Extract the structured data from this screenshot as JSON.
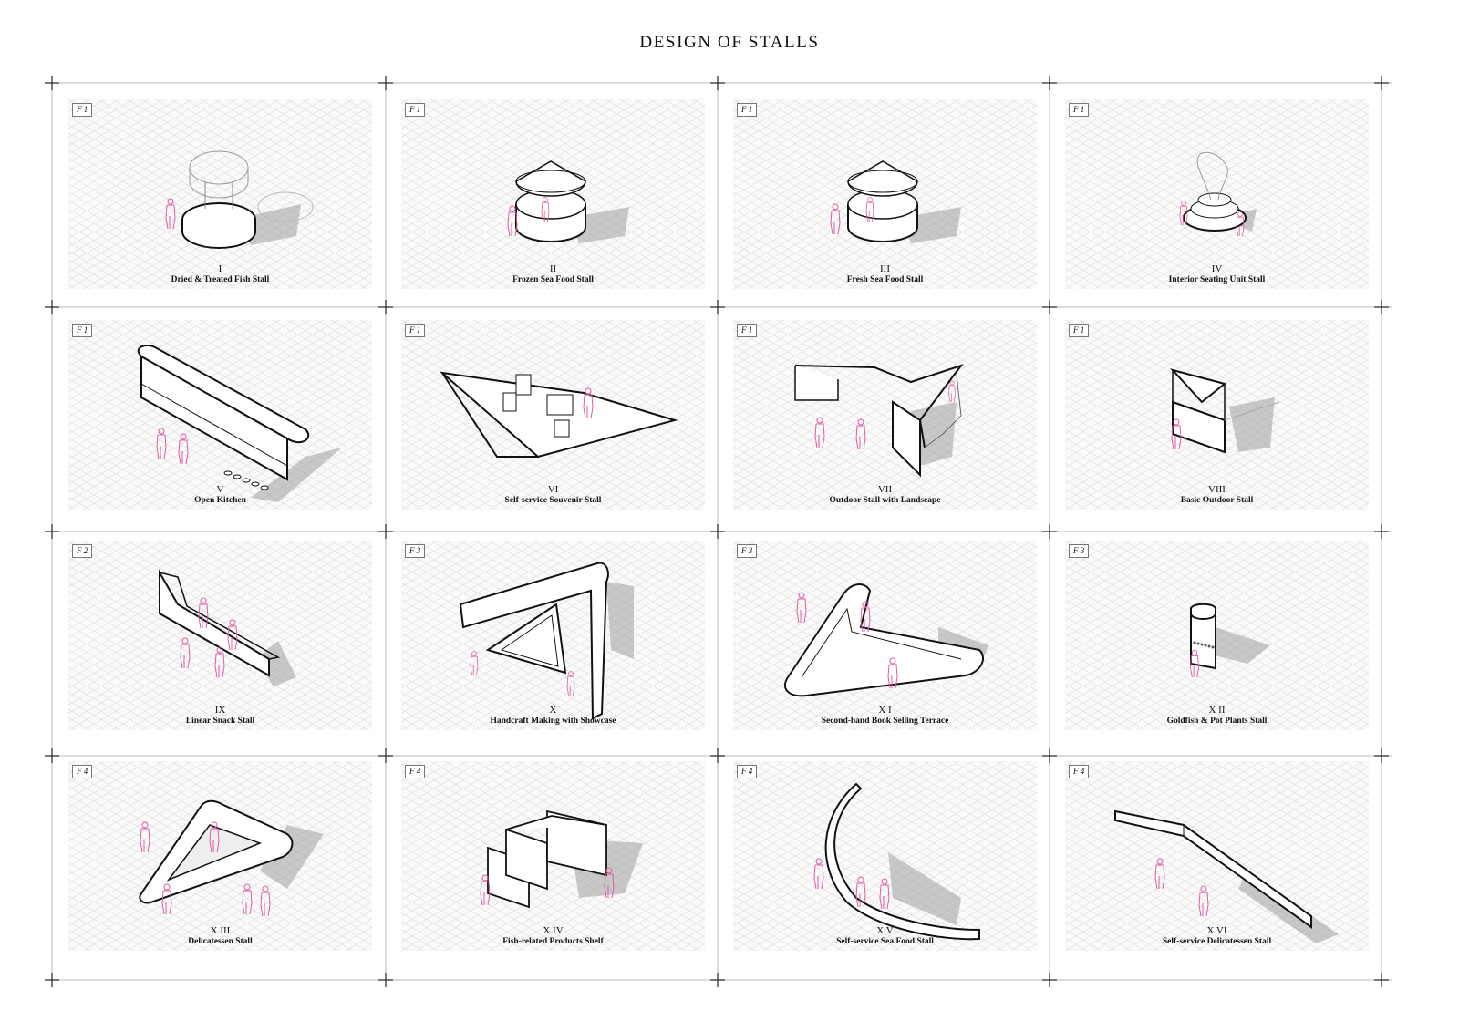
{
  "title": "DESIGN OF STALLS",
  "colors": {
    "figure": "#e05ca6",
    "line": "#111111",
    "hatch": "#cfcfcf"
  },
  "stalls": [
    {
      "floor": "F 1",
      "numeral": "I",
      "name": "Dried & Treated Fish Stall"
    },
    {
      "floor": "F 1",
      "numeral": "II",
      "name": "Frozen Sea Food Stall"
    },
    {
      "floor": "F 1",
      "numeral": "III",
      "name": "Fresh Sea Food Stall"
    },
    {
      "floor": "F 1",
      "numeral": "IV",
      "name": "Interior Seating Unit Stall"
    },
    {
      "floor": "F 1",
      "numeral": "V",
      "name": "Open Kitchen"
    },
    {
      "floor": "F 1",
      "numeral": "VI",
      "name": "Self-service Souvenir Stall"
    },
    {
      "floor": "F 1",
      "numeral": "VII",
      "name": "Outdoor Stall with Landscape"
    },
    {
      "floor": "F 1",
      "numeral": "VIII",
      "name": "Basic Outdoor Stall"
    },
    {
      "floor": "F 2",
      "numeral": "IX",
      "name": "Linear Snack Stall"
    },
    {
      "floor": "F 3",
      "numeral": "X",
      "name": "Handcraft Making with Showcase"
    },
    {
      "floor": "F 3",
      "numeral": "X I",
      "name": "Second-hand Book Selling Terrace"
    },
    {
      "floor": "F 3",
      "numeral": "X II",
      "name": "Goldfish & Pot Plants Stall"
    },
    {
      "floor": "F 4",
      "numeral": "X III",
      "name": "Delicatessen Stall"
    },
    {
      "floor": "F 4",
      "numeral": "X IV",
      "name": "Fish-related Products Shelf"
    },
    {
      "floor": "F 4",
      "numeral": "X V",
      "name": "Self-service Sea Food Stall"
    },
    {
      "floor": "F 4",
      "numeral": "X VI",
      "name": "Self-service Delicatessen Stall"
    }
  ]
}
